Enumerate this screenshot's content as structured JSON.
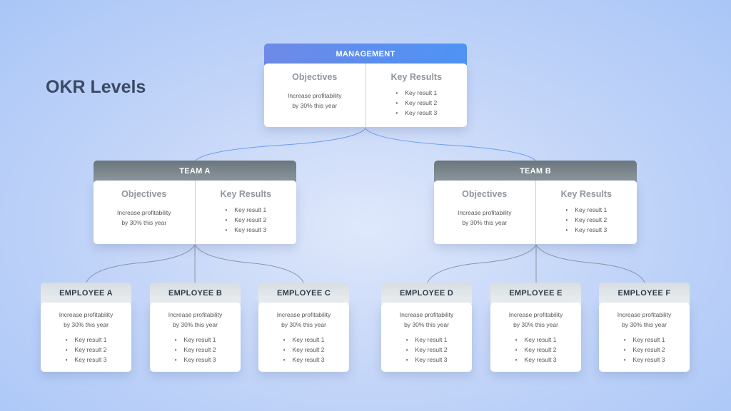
{
  "title": "OKR Levels",
  "management": {
    "label": "MANAGEMENT",
    "objectives_title": "Objectives",
    "objective_line1": "Increase profitability",
    "objective_line2": "by 30% this year",
    "key_results_title": "Key Results",
    "key_results": [
      "Key result 1",
      "Key result 2",
      "Key result 3"
    ]
  },
  "teams": [
    {
      "label": "TEAM A",
      "objectives_title": "Objectives",
      "objective_line1": "Increase profitability",
      "objective_line2": "by 30% this year",
      "key_results_title": "Key Results",
      "key_results": [
        "Key result 1",
        "Key result 2",
        "Key result 3"
      ]
    },
    {
      "label": "TEAM B",
      "objectives_title": "Objectives",
      "objective_line1": "Increase profitability",
      "objective_line2": "by 30% this year",
      "key_results_title": "Key Results",
      "key_results": [
        "Key result 1",
        "Key result 2",
        "Key result 3"
      ]
    }
  ],
  "employees": [
    {
      "label": "EMPLOYEE A",
      "objective_line1": "Increase profitability",
      "objective_line2": "by 30% this year",
      "key_results": [
        "Key result 1",
        "Key result 2",
        "Key result 3"
      ]
    },
    {
      "label": "EMPLOYEE B",
      "objective_line1": "Increase profitability",
      "objective_line2": "by 30% this year",
      "key_results": [
        "Key result 1",
        "Key result 2",
        "Key result 3"
      ]
    },
    {
      "label": "EMPLOYEE C",
      "objective_line1": "Increase profitability",
      "objective_line2": "by 30% this year",
      "key_results": [
        "Key result 1",
        "Key result 2",
        "Key result 3"
      ]
    },
    {
      "label": "EMPLOYEE D",
      "objective_line1": "Increase profitability",
      "objective_line2": "by 30% this year",
      "key_results": [
        "Key result 1",
        "Key result 2",
        "Key result 3"
      ]
    },
    {
      "label": "EMPLOYEE E",
      "objective_line1": "Increase profitability",
      "objective_line2": "by 30% this year",
      "key_results": [
        "Key result 1",
        "Key result 2",
        "Key result 3"
      ]
    },
    {
      "label": "EMPLOYEE F",
      "objective_line1": "Increase profitability",
      "objective_line2": "by 30% this year",
      "key_results": [
        "Key result 1",
        "Key result 2",
        "Key result 3"
      ]
    }
  ],
  "colors": {
    "management_header_start": "#6f8ae8",
    "management_header_end": "#4d93f5",
    "team_header": "#79848a",
    "employee_header": "#e2e6e9",
    "connector_blue": "#6b9bf0",
    "connector_gray": "#8b95a5",
    "title_text": "#3a4a63"
  }
}
